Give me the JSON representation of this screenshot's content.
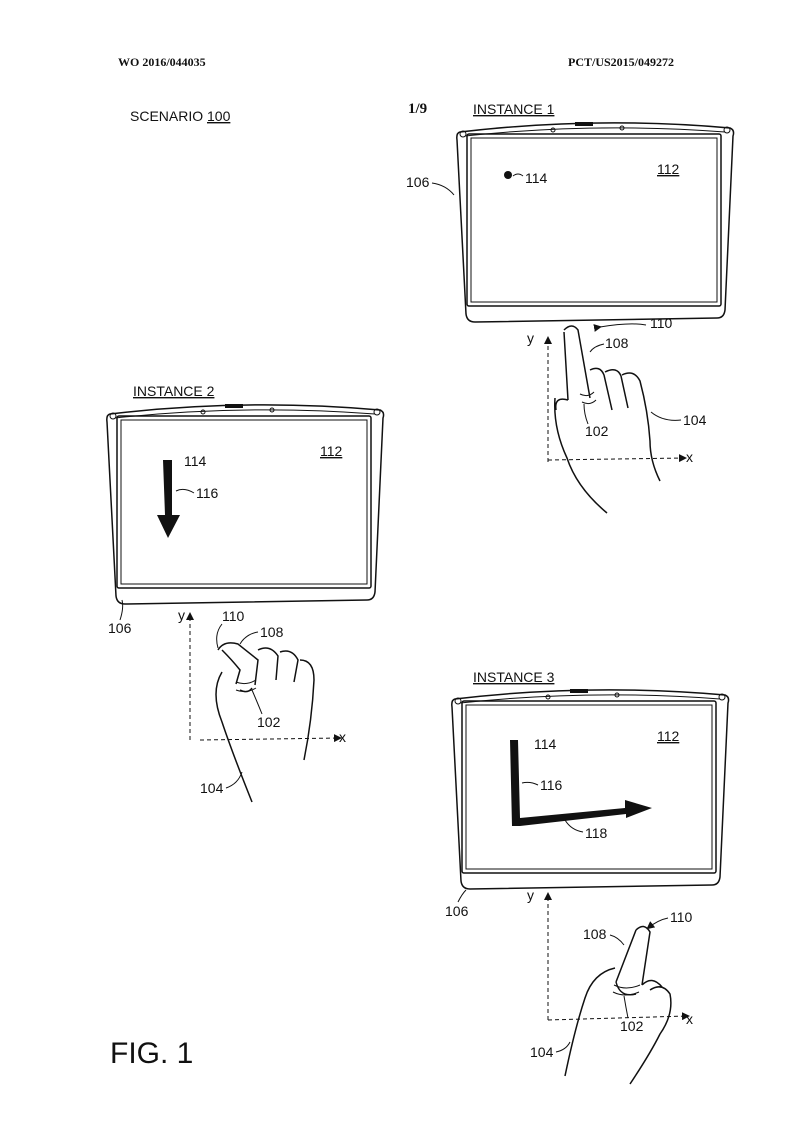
{
  "header": {
    "left": "WO 2016/044035",
    "right": "PCT/US2015/049272",
    "sheet": "1/9"
  },
  "scenario": {
    "label": "SCENARIO",
    "number": "100"
  },
  "instance1": {
    "title": "INSTANCE 1",
    "labels": {
      "device": "106",
      "dot": "114",
      "screen": "112",
      "tip": "110",
      "finger": "108",
      "ring": "102",
      "hand": "104",
      "y": "y",
      "x": "x"
    }
  },
  "instance2": {
    "title": "INSTANCE 2",
    "labels": {
      "device": "106",
      "dot": "114",
      "stroke": "116",
      "screen": "112",
      "tip": "110",
      "finger": "108",
      "ring": "102",
      "hand": "104",
      "y": "y",
      "x": "x"
    }
  },
  "instance3": {
    "title": "INSTANCE 3",
    "labels": {
      "device": "106",
      "dot": "114",
      "stroke": "116",
      "stroke2": "118",
      "screen": "112",
      "tip": "110",
      "finger": "108",
      "ring": "102",
      "hand": "104",
      "y": "y",
      "x": "x"
    }
  },
  "figure": {
    "label": "FIG. 1"
  }
}
